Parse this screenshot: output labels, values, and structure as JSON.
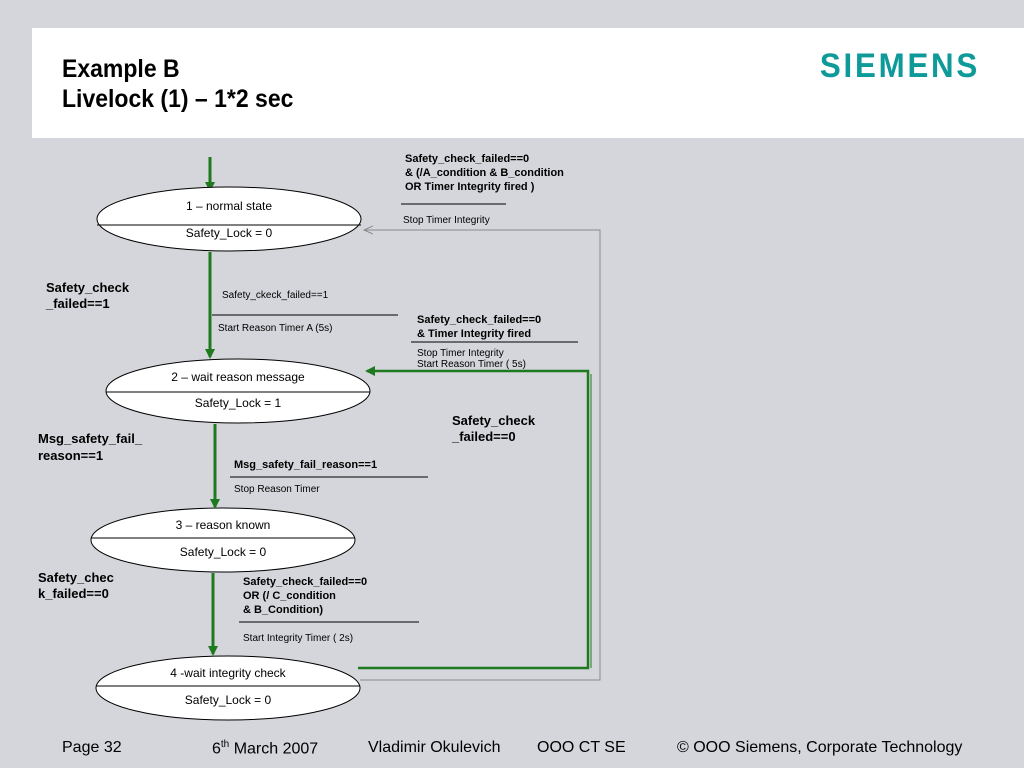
{
  "header": {
    "title_line1": "Example B",
    "title_line2": "Livelock (1) – 1*2 sec",
    "logo": "SIEMENS",
    "logo_color": "#0f9a9a"
  },
  "diagram": {
    "states": [
      {
        "name": "1 – normal state",
        "lock": "Safety_Lock = 0"
      },
      {
        "name": "2 – wait reason message",
        "lock": "Safety_Lock  = 1"
      },
      {
        "name": "3 – reason known",
        "lock": "Safety_Lock = 0"
      },
      {
        "name": "4 -wait integrity check",
        "lock": "Safety_Lock = 0"
      }
    ],
    "side_labels": {
      "t12": [
        "Safety_check",
        "_failed==1"
      ],
      "t23": [
        "Msg_safety_fail_",
        "reason==1"
      ],
      "t34": [
        "Safety_chec",
        "k_failed==0"
      ],
      "t42": [
        "Safety_check",
        "_failed==0"
      ]
    },
    "transitions": {
      "t41_condition": [
        "Safety_check_failed==0",
        "& (/A_condition & B_condition",
        "OR Timer Integrity fired )"
      ],
      "t41_action": [
        "Stop Timer Integrity"
      ],
      "t12_condition": [
        "Safety_ckeck_failed==1"
      ],
      "t12_action": [
        "Start Reason Timer A (5s)"
      ],
      "t42_condition": [
        "Safety_check_failed==0",
        "& Timer Integrity fired"
      ],
      "t42_action": [
        "Stop Timer Integrity",
        "Start Reason Timer  ( 5s)"
      ],
      "t23_condition": [
        "Msg_safety_fail_reason==1"
      ],
      "t23_action": [
        "Stop Reason Timer"
      ],
      "t34_condition": [
        "Safety_check_failed==0",
        "OR (/ C_condition",
        "& B_Condition)"
      ],
      "t34_action": [
        "Start Integrity Timer ( 2s)"
      ]
    },
    "colors": {
      "arrow": "#1f7a1f",
      "line": "#8a8a8a"
    }
  },
  "footer": {
    "page": "Page 32",
    "date_day": "6",
    "date_sup": "th",
    "date_rest": " March 2007",
    "author": "Vladimir Okulevich",
    "org": "OOO CT SE",
    "copyright": "© OOO Siemens, Corporate Technology"
  }
}
